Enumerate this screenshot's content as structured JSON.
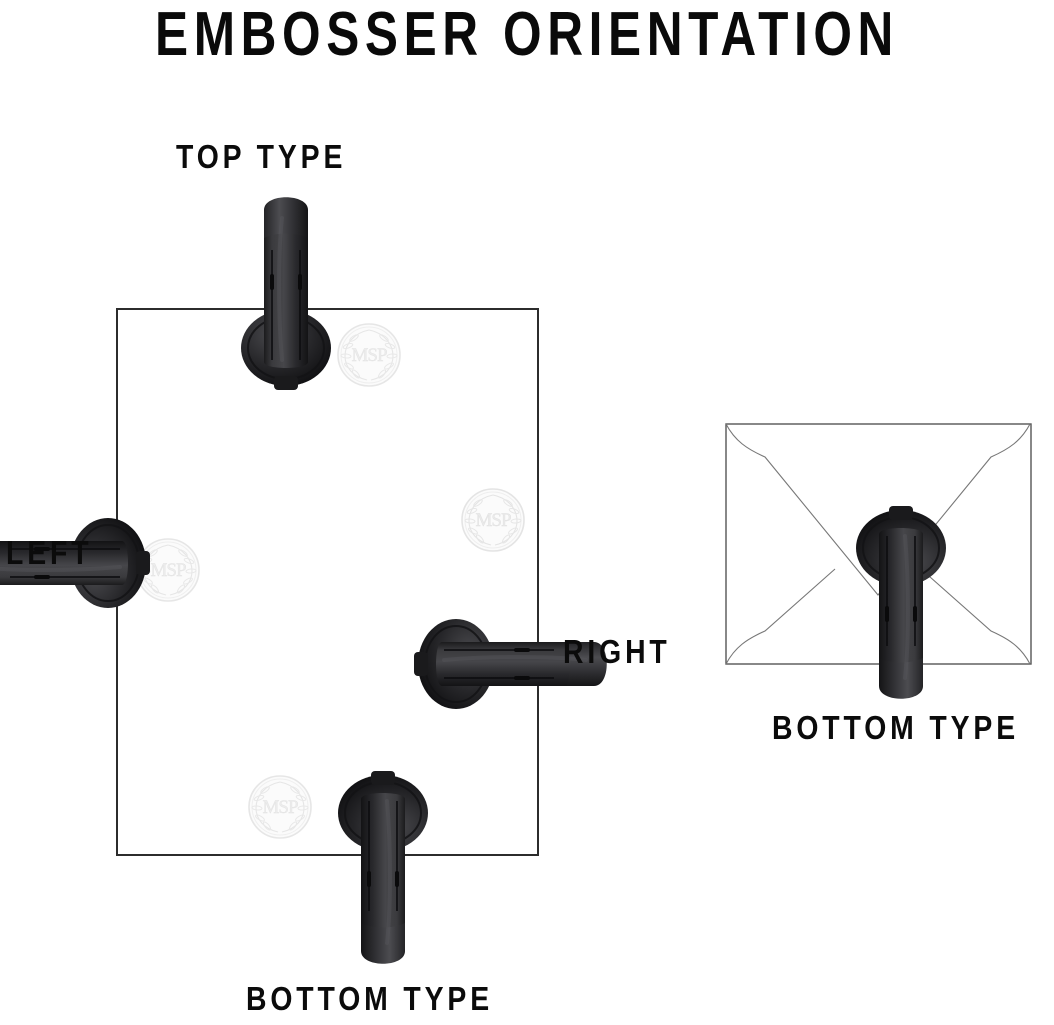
{
  "page": {
    "title": "EMBOSSER ORIENTATION",
    "background_color": "#ffffff",
    "text_color": "#0a0a0a"
  },
  "labels": {
    "top": "TOP TYPE",
    "left": "LEFT",
    "right": "RIGHT",
    "bottom": "BOTTOM TYPE",
    "envelope_bottom": "BOTTOM TYPE"
  },
  "diagram": {
    "sheet": {
      "name": "paper-sheet",
      "outline_color": "#2c2c2c"
    },
    "envelope": {
      "name": "envelope",
      "outline_color": "#555555"
    },
    "embossers": [
      {
        "position": "top",
        "orientation": "head-bottom handle-up",
        "rotation_deg": 0
      },
      {
        "position": "left",
        "orientation": "head-right handle-left",
        "rotation_deg": -90
      },
      {
        "position": "right",
        "orientation": "head-left handle-right",
        "rotation_deg": 90
      },
      {
        "position": "bottom",
        "orientation": "head-top handle-down",
        "rotation_deg": 180
      },
      {
        "position": "envelope-bottom",
        "orientation": "head-top handle-down",
        "rotation_deg": 180
      }
    ],
    "embosser_color": "#2b2b2d",
    "seal": {
      "monogram": "MSP",
      "motif": "laurel-wreath",
      "color": "#e9e9e9",
      "count": 4
    }
  }
}
